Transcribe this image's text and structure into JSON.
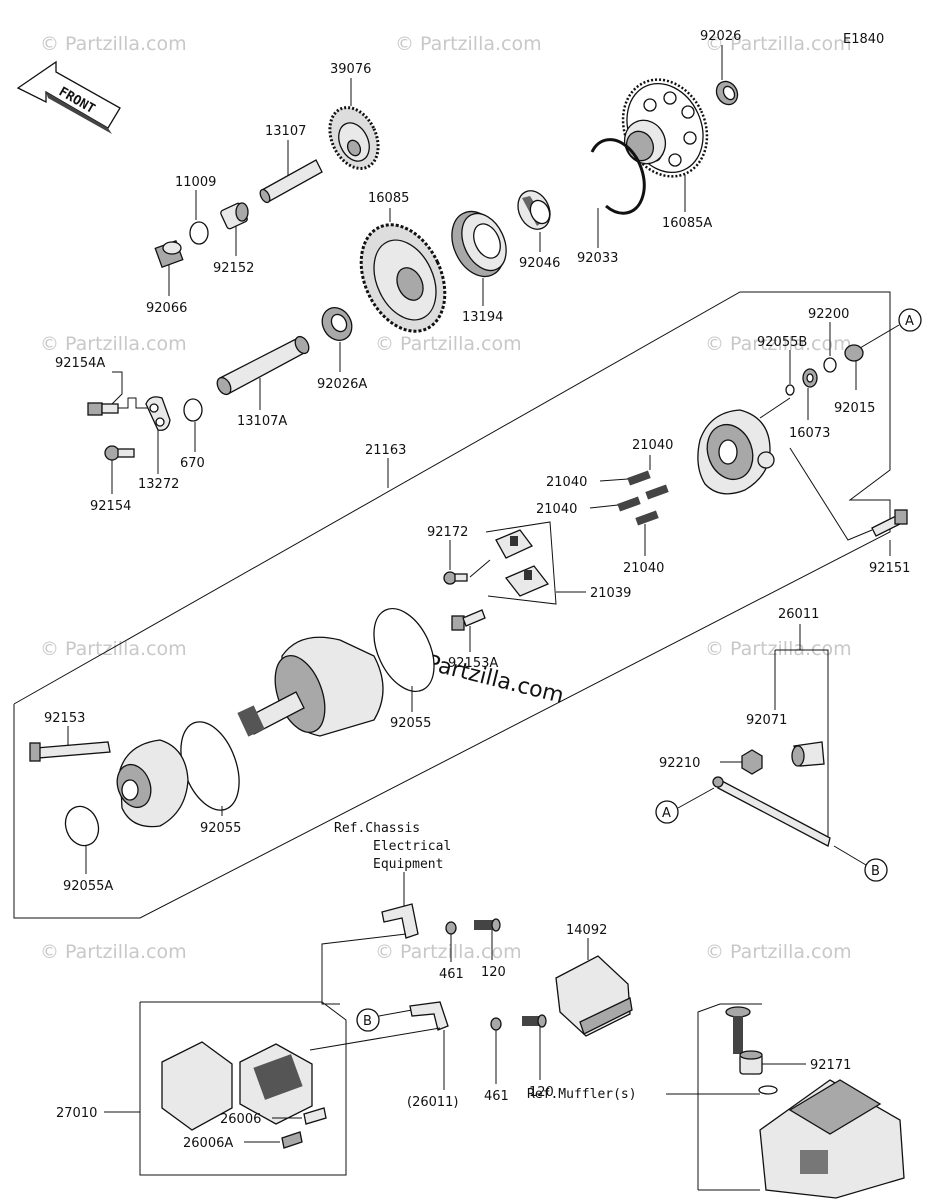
{
  "diagram": {
    "code": "E1840",
    "front_label": "FRONT",
    "watermark": "© Partzilla.com",
    "watermark_center": "© Partzilla.com",
    "part_labels": {
      "p92026": "92026",
      "p39076": "39076",
      "p13107": "13107",
      "p11009": "11009",
      "p16085": "16085",
      "p92152": "92152",
      "p92066": "92066",
      "p13194": "13194",
      "p92046": "92046",
      "p92033": "92033",
      "p16085A": "16085A",
      "p92026A": "92026A",
      "p92154A": "92154A",
      "p13107A": "13107A",
      "p670": "670",
      "p13272": "13272",
      "p92154": "92154",
      "p21163": "21163",
      "p92200": "92200",
      "p92055B": "92055B",
      "p92015": "92015",
      "p16073": "16073",
      "p21040a": "21040",
      "p21040b": "21040",
      "p21040c": "21040",
      "p21040d": "21040",
      "p92172": "92172",
      "p21039": "21039",
      "p92151": "92151",
      "p92153A": "92153A",
      "p26011": "26011",
      "p92071": "92071",
      "p92210": "92210",
      "p92055a": "92055",
      "p92153": "92153",
      "p92055b": "92055",
      "p92055A": "92055A",
      "p461a": "461",
      "p120a": "120",
      "p14092": "14092",
      "p27010": "27010",
      "p26011p": "(26011)",
      "p461b": "461",
      "p120b": "120",
      "p92171": "92171",
      "p26006": "26006",
      "p26006A": "26006A"
    },
    "callouts": {
      "A1": "A",
      "A2": "A",
      "B1": "B",
      "B2": "B"
    },
    "refs": {
      "chassis_line1": "Ref.Chassis",
      "chassis_line2": "Electrical",
      "chassis_line3": "Equipment",
      "muffler": "Ref.Muffler(s)"
    }
  }
}
